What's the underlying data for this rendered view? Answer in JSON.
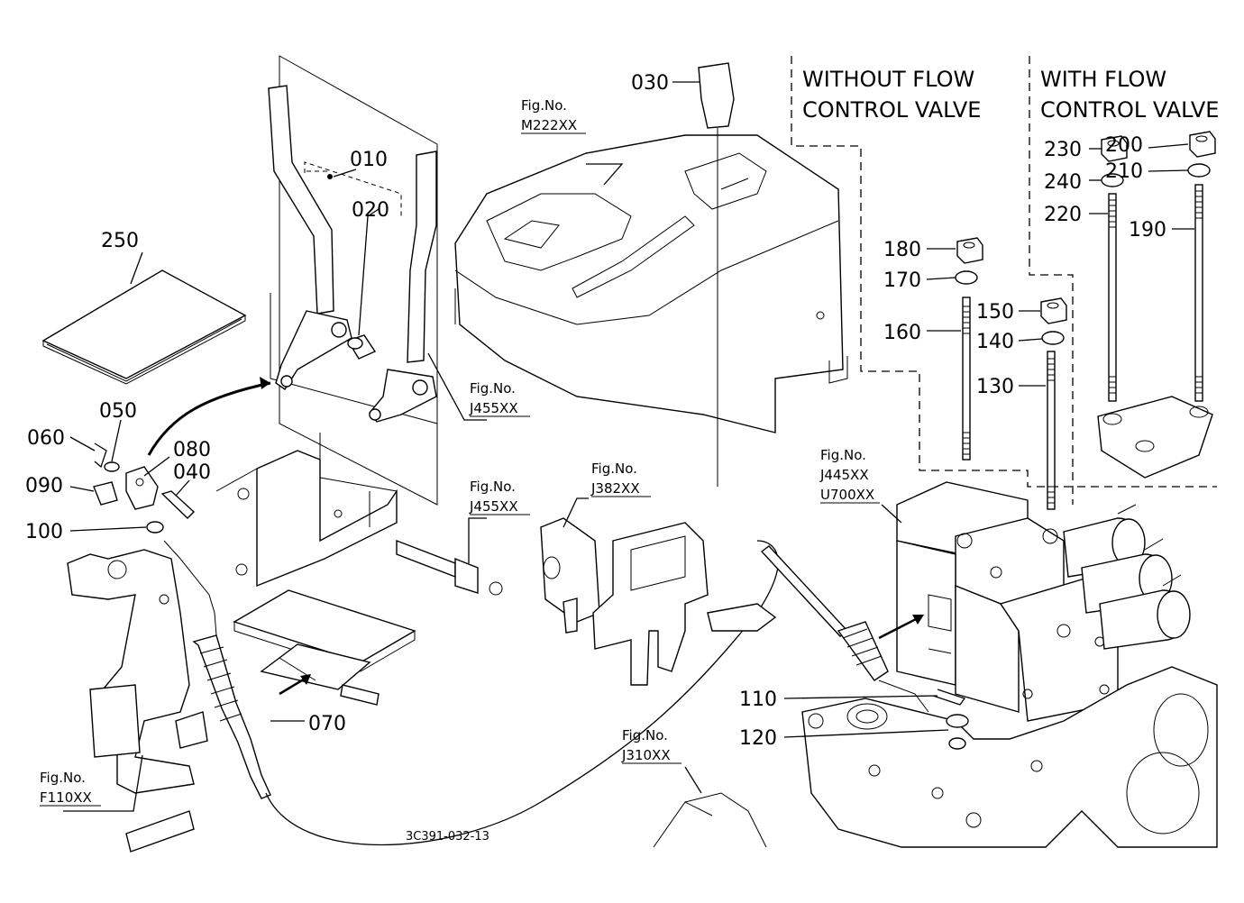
{
  "title": "Diagram",
  "diagram_code": "3C391-032-13",
  "section_labels": {
    "without_flow": [
      "WITHOUT  FLOW",
      "CONTROL  VALVE"
    ],
    "with_flow": [
      "WITH FLOW",
      "CONTROL  VALVE"
    ]
  },
  "part_numbers": {
    "p010": "010",
    "p020": "020",
    "p030": "030",
    "p040": "040",
    "p050": "050",
    "p060": "060",
    "p070": "070",
    "p080": "080",
    "p090": "090",
    "p100": "100",
    "p110": "110",
    "p120": "120",
    "p130": "130",
    "p140": "140",
    "p150": "150",
    "p160": "160",
    "p170": "170",
    "p180": "180",
    "p190": "190",
    "p200": "200",
    "p210": "210",
    "p220": "220",
    "p230": "230",
    "p240": "240",
    "p250": "250"
  },
  "fig_refs": {
    "label": "Fig.No.",
    "m222": "M222XX",
    "j455a": "J455XX",
    "j455b": "J455XX",
    "j382": "J382XX",
    "j445": "J445XX",
    "u700": "U700XX",
    "f110": "F110XX",
    "j310": "J310XX"
  }
}
